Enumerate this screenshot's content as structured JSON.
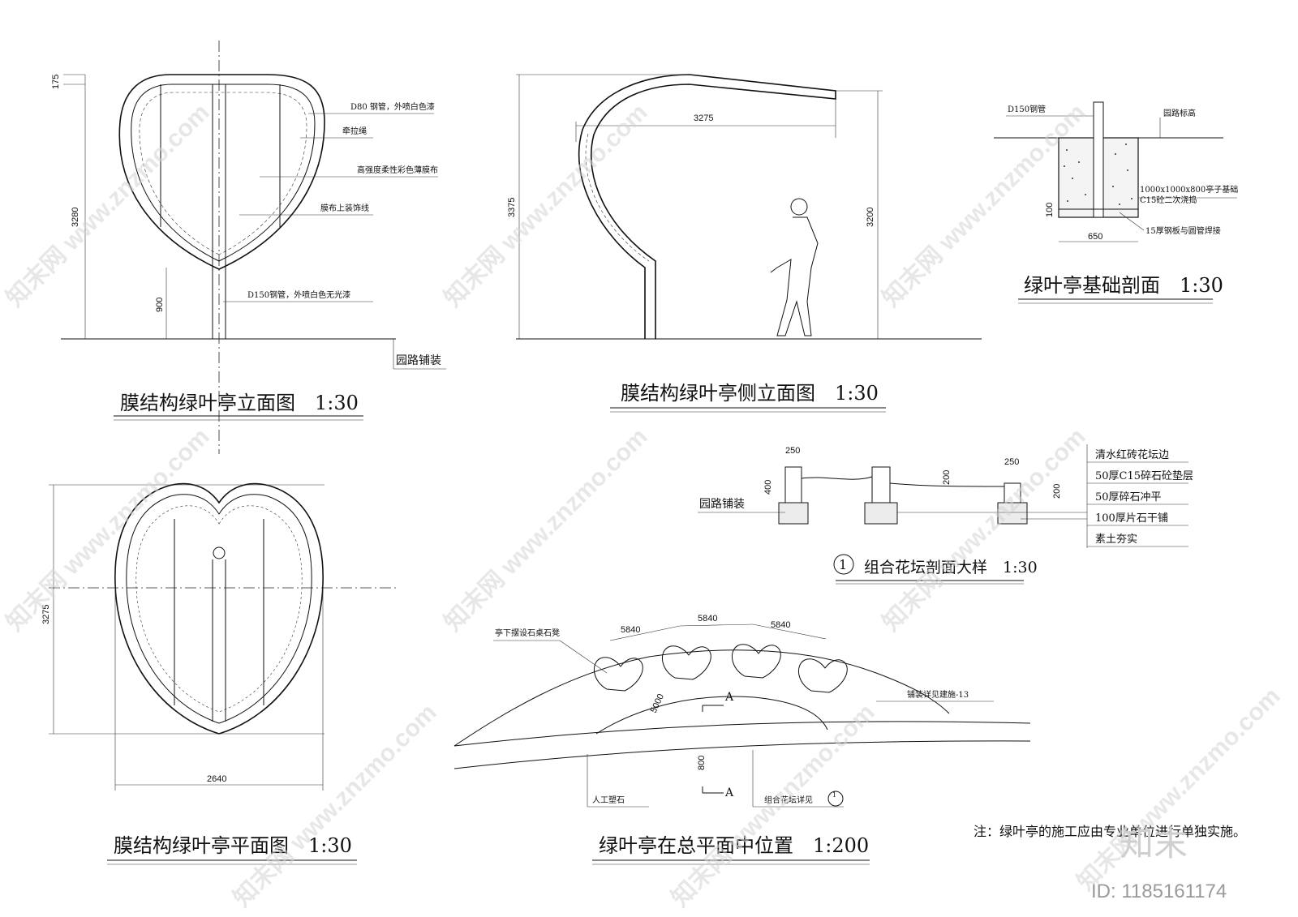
{
  "elevation": {
    "title": "膜结构绿叶亭立面图　1:30",
    "dim_top": "175",
    "dim_height": "3280",
    "dim_base": "900",
    "labels": [
      "D80 钢管，外喷白色漆",
      "牵拉绳",
      "高强度柔性彩色薄膜布",
      "膜布上装饰线",
      "D150钢管，外喷白色无光漆"
    ],
    "ground_label": "园路铺装"
  },
  "side": {
    "title": "膜结构绿叶亭侧立面图　1:30",
    "dim_width": "3275",
    "dim_total": "3375",
    "dim_height": "3200"
  },
  "foundation": {
    "title": "绿叶亭基础剖面　1:30",
    "pipe_label": "D150钢管",
    "road_label": "园路标高",
    "base_label": "1000x1000x800亭子基础",
    "concrete_label": "C15砼二次浇捣",
    "plate_label": "15厚钢板与圆管焊接",
    "dim_width": "650",
    "dim_left": "100"
  },
  "planter": {
    "number": "1",
    "title": "组合花坛剖面大样　1:30",
    "dim_w1": "250",
    "dim_h1": "400",
    "dim_h2": "200",
    "dim_w2": "250",
    "dim_h3": "200",
    "ground_label": "园路铺装",
    "layers": [
      "清水红砖花坛边",
      "50厚C15碎石砼垫层",
      "50厚碎石冲平",
      "100厚片石干铺",
      "素土夯实"
    ]
  },
  "plan": {
    "title": "膜结构绿叶亭平面图　1:30",
    "dim_height": "3275",
    "dim_width": "2640"
  },
  "site": {
    "title": "绿叶亭在总平面中位置　1:200",
    "spacing": [
      "5840",
      "5840",
      "5840"
    ],
    "dim_depth": "5000",
    "dim_small": "800",
    "section_mark": "A",
    "labels": [
      "亭下摆设石桌石凳",
      "铺装详见建施-13",
      "人工塑石",
      "组合花坛详见"
    ],
    "detail_ref": "1"
  },
  "note": "注：绿叶亭的施工应由专业单位进行单独实施。",
  "watermark": "知末网 www.znzmo.com",
  "logo_text": "知末",
  "id_label": "ID: 1185161174"
}
